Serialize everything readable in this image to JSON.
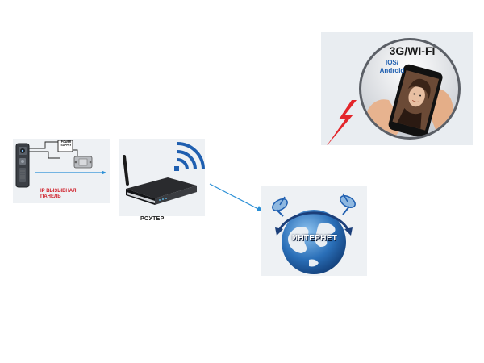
{
  "intercom": {
    "label": "IP ВЫЗЫВНАЯ\nПАНЕЛЬ",
    "power_supply_label": "POWER\nSUPPLY"
  },
  "router": {
    "label": "РОУТЕР"
  },
  "internet": {
    "label": "ИНТЕРНЕТ"
  },
  "phone": {
    "title": "3G/WI-FI",
    "os_label": "IOS/\nAndroid"
  },
  "colors": {
    "panel_red": "#d0212b",
    "wifi_blue": "#1f5fb0",
    "link_blue": "#2a8fd6",
    "bolt_red": "#e3262b",
    "globe_blue": "#2a6fb8"
  }
}
